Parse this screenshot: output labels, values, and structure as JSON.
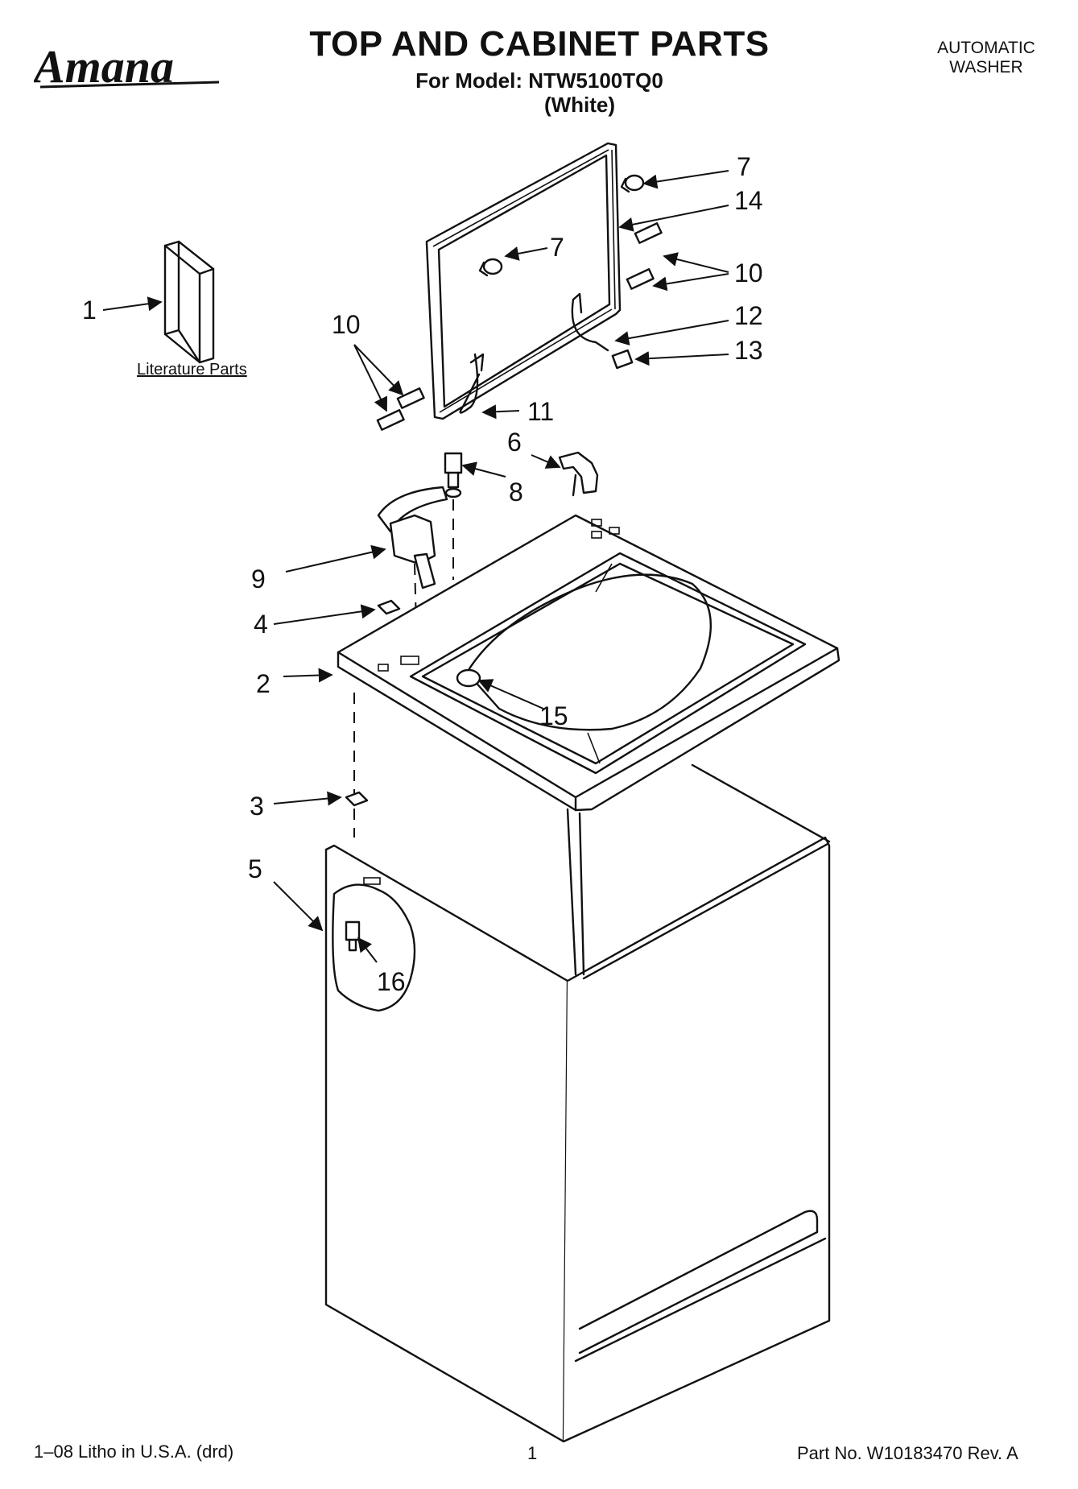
{
  "header": {
    "brand": "Amana",
    "title": "TOP AND CABINET PARTS",
    "model_line": "For Model: NTW5100TQ0",
    "color_line": "(White)",
    "product_type_line1": "AUTOMATIC",
    "product_type_line2": "WASHER"
  },
  "literature_label": "Literature Parts",
  "callouts": {
    "c1": "1",
    "c2": "2",
    "c3": "3",
    "c4": "4",
    "c5": "5",
    "c6": "6",
    "c7a": "7",
    "c7b": "7",
    "c8": "8",
    "c9": "9",
    "c10a": "10",
    "c10b": "10",
    "c11": "11",
    "c12": "12",
    "c13": "13",
    "c14": "14",
    "c15": "15",
    "c16": "16"
  },
  "footer": {
    "left": "1–08 Litho in U.S.A. (drd)",
    "page": "1",
    "right": "Part No. W10183470 Rev. A"
  },
  "colors": {
    "ink": "#111111",
    "paper": "#ffffff"
  }
}
